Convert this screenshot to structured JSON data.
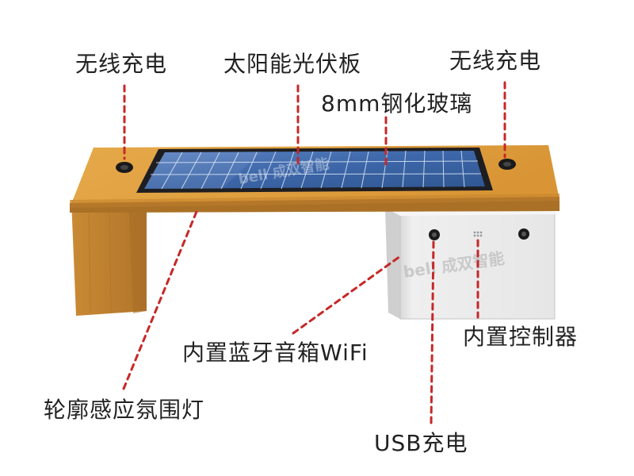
{
  "callouts": {
    "wireless_charging_left": "无线充电",
    "solar_panel": "太阳能光伏板",
    "wireless_charging_right": "无线充电",
    "tempered_glass": "8mm钢化玻璃",
    "speaker_wifi": "内置蓝牙音箱WiFi",
    "controller": "内置控制器",
    "ambient_light": "轮廓感应氛围灯",
    "usb_charging": "USB充电"
  },
  "watermark": "bell 成双智能",
  "colors": {
    "wood": "#E0A23E",
    "wood_dark": "#B5782A",
    "panel_frame": "#1E1E22",
    "solar_cell": "#3C66A8",
    "cabinet": "#EEEEEE",
    "leader_line": "#C62828",
    "label_text": "#222222"
  }
}
